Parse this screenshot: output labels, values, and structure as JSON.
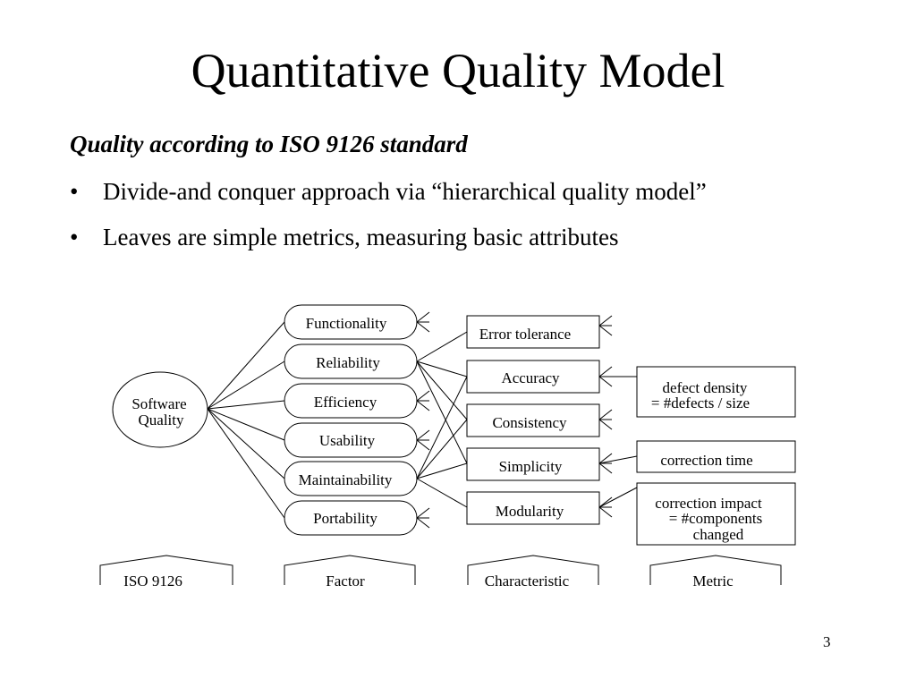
{
  "slide": {
    "title": "Quantitative Quality Model",
    "subtitle": "Quality according to ISO 9126 standard",
    "bullets": [
      "Divide-and conquer approach via “hierarchical quality model”",
      "Leaves are simple metrics, measuring basic attributes"
    ],
    "page_number": "3"
  },
  "diagram": {
    "root": [
      "Software",
      "Quality"
    ],
    "factors": [
      "Functionality",
      "Reliability",
      "Efficiency",
      "Usability",
      "Maintainability",
      "Portability"
    ],
    "characteristics": [
      "Error tolerance",
      "Accuracy",
      "Consistency",
      "Simplicity",
      "Modularity"
    ],
    "metrics": [
      [
        "defect density",
        "= #defects / size"
      ],
      [
        "correction time"
      ],
      [
        "correction impact",
        "= #components",
        "changed"
      ]
    ],
    "levels": [
      "ISO 9126",
      "Factor",
      "Characteristic",
      "Metric"
    ]
  }
}
